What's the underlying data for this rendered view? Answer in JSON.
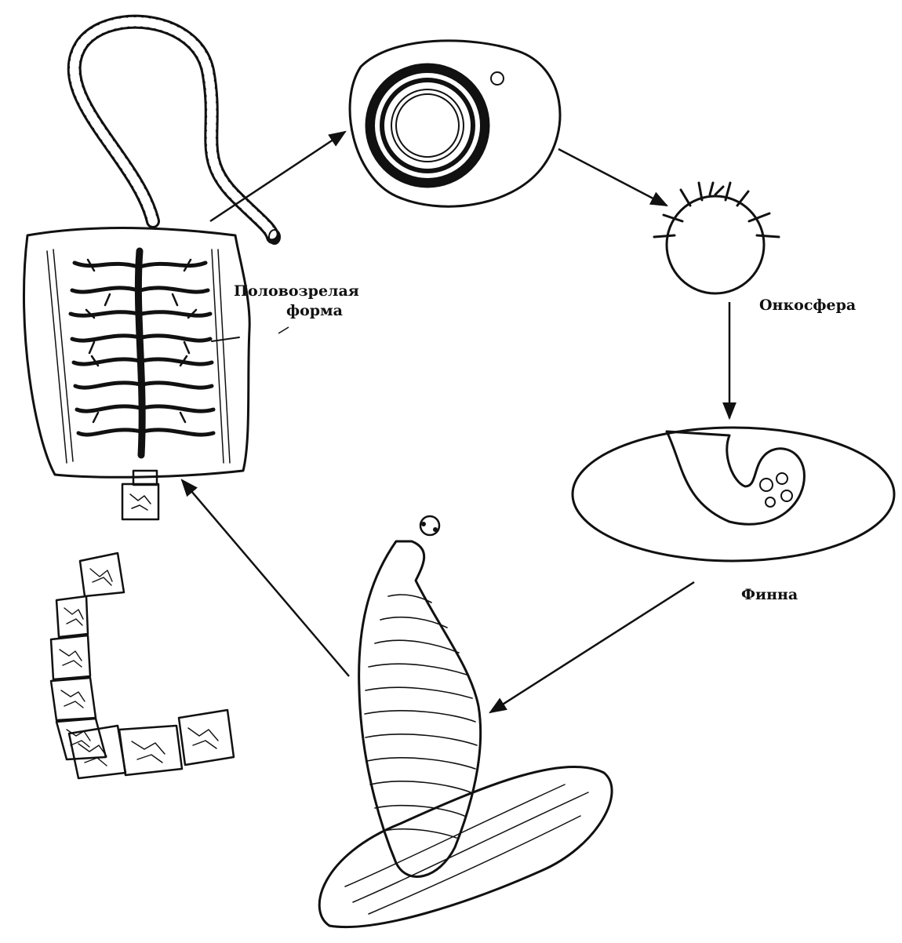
{
  "labels": {
    "adult_line1": "Половозрелая",
    "adult_line2": "форма",
    "oncosphere": "Онкосфера",
    "finna": "Финна"
  }
}
